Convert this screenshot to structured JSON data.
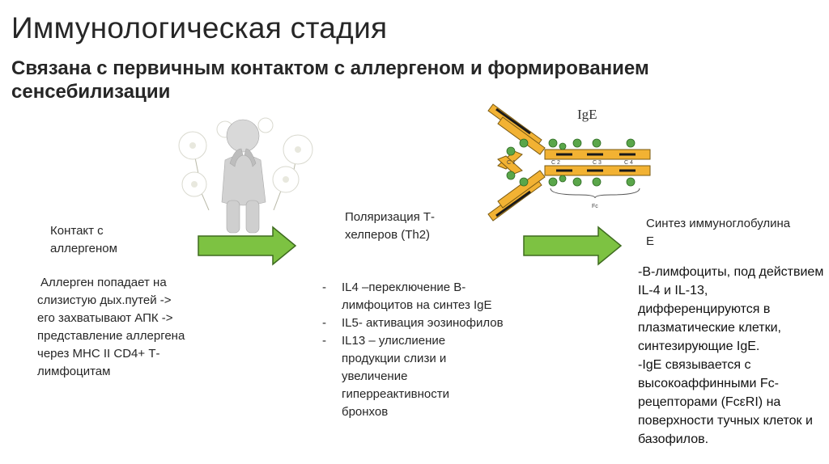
{
  "title": "Иммунологическая стадия",
  "subtitle": "Связана с первичным контактом с аллергеном и формированием сенсебилизации",
  "stages": {
    "contact": {
      "label": "Контакт с аллергеном",
      "description": "Аллерген попадает на слизистую дых.путей -> его захватывают АПК -> представление аллергена через МНС II CD4+ Т-лимфоцитам"
    },
    "polarization": {
      "label": "Поляризация Т-хелперов (Th2)",
      "items": [
        {
          "dash": "-",
          "text": "IL4 –переключение B-лимфоцитов на синтез IgE"
        },
        {
          "dash": "-",
          "text": "IL5- активация эозинофилов"
        },
        {
          "dash": "-",
          "text": "IL13 – улислиение продукции слизи и увеличение гиперреактивности бронхов"
        }
      ]
    },
    "synthesis": {
      "label": "Синтез иммуноглобулина Е",
      "paragraphs": [
        "-В-лимфоциты, под действием IL-4 и IL-13, дифференцируются в плазматические клетки, синтезирующие IgE.",
        "-IgE связывается с высокоаффинными Fc-рецепторами (FcεRI) на поверхности тучных клеток и базофилов."
      ]
    }
  },
  "diagram": {
    "ige_label": "IgE",
    "domains": [
      "C 1",
      "C 2",
      "C 3",
      "C 4"
    ],
    "fc_label": "Fc"
  },
  "colors": {
    "arrow_fill": "#7dc242",
    "arrow_stroke": "#3e6b1f",
    "antibody_fill": "#f2b233",
    "antibody_stroke": "#7a5a12",
    "glycan": "#5aa64a"
  }
}
